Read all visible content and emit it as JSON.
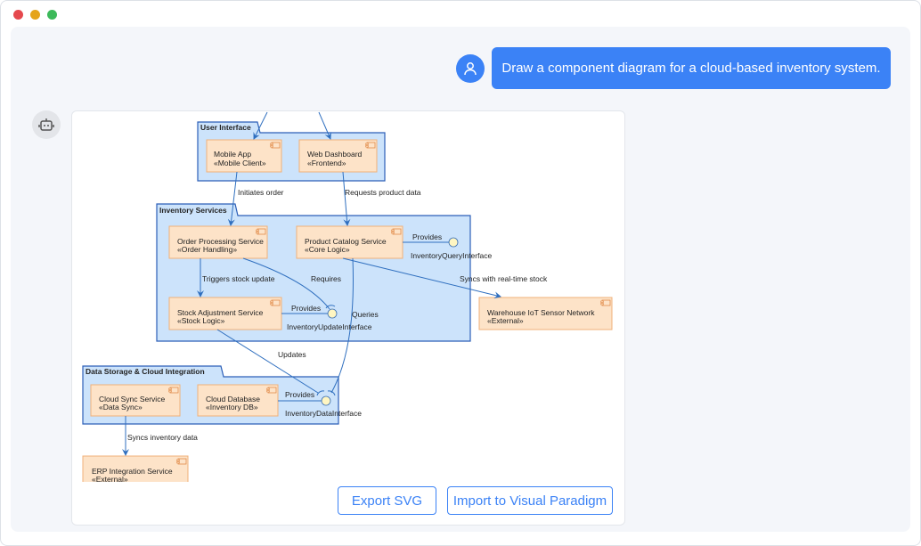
{
  "window": {
    "dots": [
      "#e5484d",
      "#e5a41b",
      "#3cb95a"
    ]
  },
  "chat": {
    "user_message": "Draw a component diagram for a cloud-based inventory system.",
    "user_avatar_icon": "user-icon",
    "bot_avatar_icon": "robot-icon",
    "accent": "#3b82f6"
  },
  "diagram": {
    "packages": {
      "ui": "User Interface",
      "inv": "Inventory Services",
      "data": "Data Storage & Cloud Integration"
    },
    "components": {
      "mobile": {
        "name": "Mobile App",
        "stereo": "«Mobile Client»"
      },
      "web": {
        "name": "Web Dashboard",
        "stereo": "«Frontend»"
      },
      "order": {
        "name": "Order Processing Service",
        "stereo": "«Order Handling»"
      },
      "catalog": {
        "name": "Product Catalog Service",
        "stereo": "«Core Logic»"
      },
      "stock": {
        "name": "Stock Adjustment Service",
        "stereo": "«Stock Logic»"
      },
      "warehouse": {
        "name": "Warehouse IoT Sensor Network",
        "stereo": "«External»"
      },
      "sync": {
        "name": "Cloud Sync Service",
        "stereo": "«Data Sync»"
      },
      "db": {
        "name": "Cloud Database",
        "stereo": "«Inventory DB»"
      },
      "erp": {
        "name": "ERP Integration Service",
        "stereo": "«External»"
      }
    },
    "interfaces": {
      "query": "InventoryQueryInterface",
      "update": "InventoryUpdateInterface",
      "data": "InventoryDataInterface"
    },
    "edges": {
      "initiates": "Initiates order",
      "requests": "Requests product data",
      "triggers": "Triggers stock update",
      "requires": "Requires",
      "provides_query": "Provides",
      "provides_update": "Provides",
      "queries": "Queries",
      "syncs_stock": "Syncs with real-time stock",
      "updates": "Updates",
      "provides_data": "Provides",
      "syncs_inventory": "Syncs inventory data"
    }
  },
  "actions": {
    "export": "Export SVG",
    "import": "Import to Visual Paradigm"
  }
}
